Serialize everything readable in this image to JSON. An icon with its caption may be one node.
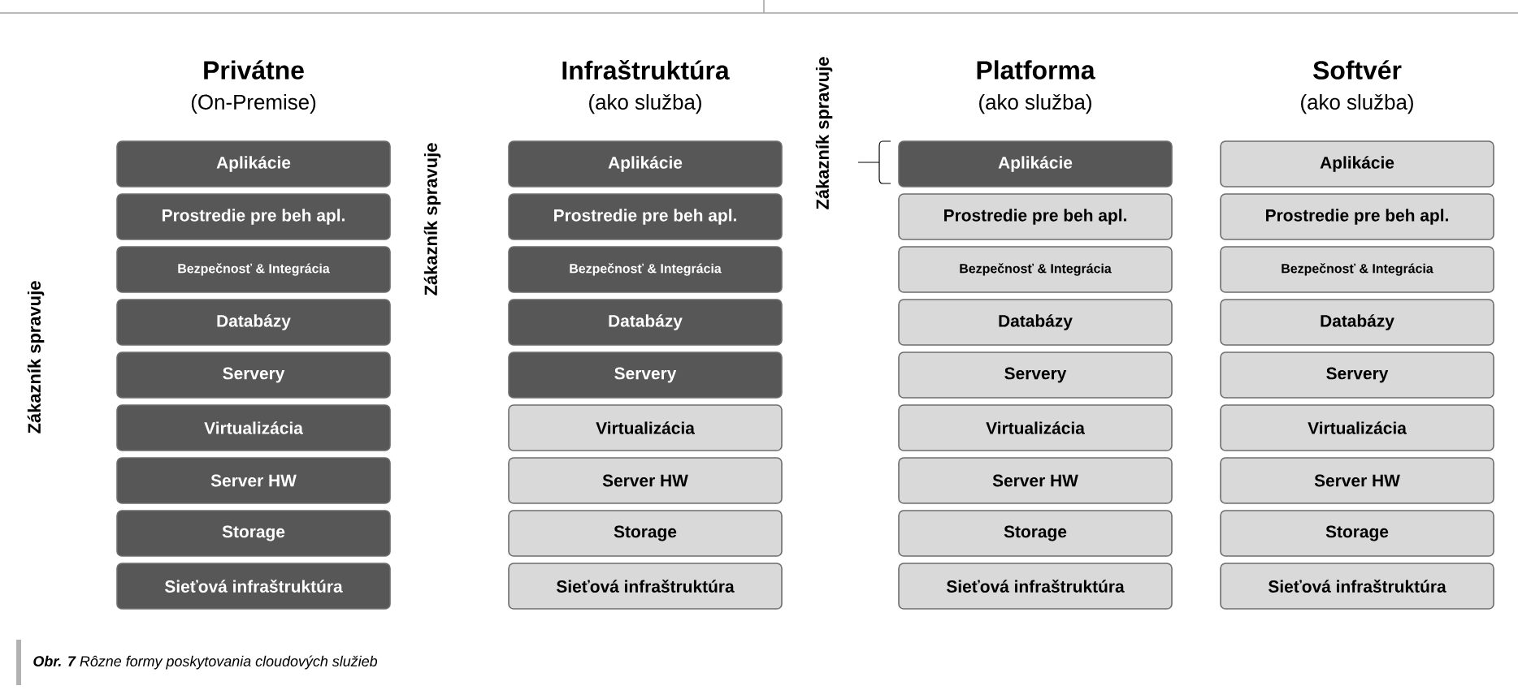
{
  "diagram": {
    "caption": "**Obr. 7** Rôzne formy poskytovania cloudových služieb",
    "nodes": [
      {
        "text": [
          "Aplikácie"
        ]
      },
      {
        "text": [
          "Prostredie pre beh apl."
        ]
      },
      {
        "text": [
          "Bezpečnosť & Integrácia"
        ]
      },
      {
        "text": [
          "Databázy"
        ]
      },
      {
        "text": [
          "Servery"
        ]
      },
      {
        "text": [
          "Virtualizácia"
        ]
      },
      {
        "text": [
          "Server HW"
        ]
      },
      {
        "text": [
          "Storage"
        ]
      },
      {
        "text": [
          "Sieťová infraštruktúra"
        ]
      },
      {
        "text": [
          "Aplikácie"
        ]
      },
      {
        "text": [
          "Prostredie pre beh apl."
        ]
      },
      {
        "text": [
          "Bezpečnosť & Integrácia"
        ]
      },
      {
        "text": [
          "Databázy"
        ]
      },
      {
        "text": [
          "Servery"
        ]
      },
      {
        "text": [
          "Virtualizácia"
        ]
      },
      {
        "text": [
          "Server HW"
        ]
      },
      {
        "text": [
          "Storage"
        ]
      },
      {
        "text": [
          "Sieťová infraštruktúra"
        ]
      },
      {
        "text": [
          "Aplikácie"
        ]
      },
      {
        "text": [
          "Prostredie pre beh apl."
        ]
      },
      {
        "text": [
          "Bezpečnosť & Integrácia"
        ]
      },
      {
        "text": [
          "Databázy"
        ]
      },
      {
        "text": [
          "Servery"
        ]
      },
      {
        "text": [
          "Virtualizácia"
        ]
      },
      {
        "text": [
          "Server HW"
        ]
      },
      {
        "text": [
          "Storage"
        ]
      },
      {
        "text": [
          "Sieťová infraštruktúra"
        ]
      },
      {
        "text": [
          "Aplikácie"
        ]
      },
      {
        "text": [
          "Prostredie pre beh apl."
        ]
      },
      {
        "text": [
          "Bezpečnosť & Integrácia"
        ]
      },
      {
        "text": [
          "Databázy"
        ]
      },
      {
        "text": [
          "Servery"
        ]
      },
      {
        "text": [
          "Virtualizácia"
        ]
      },
      {
        "text": [
          "Server HW"
        ]
      },
      {
        "text": [
          "Storage"
        ]
      },
      {
        "text": [
          "Sieťová infraštruktúra"
        ]
      }
    ],
    "labels": [
      "Privátne",
      "(On-Premise)",
      "Infraštruktúra",
      "(ako služba)",
      "Platforma",
      "(ako služba)",
      "Softvér",
      "(ako služba)",
      "Zákazník spravuje",
      "Zákazník spravuje",
      "Zákazník spravuje"
    ]
  }
}
